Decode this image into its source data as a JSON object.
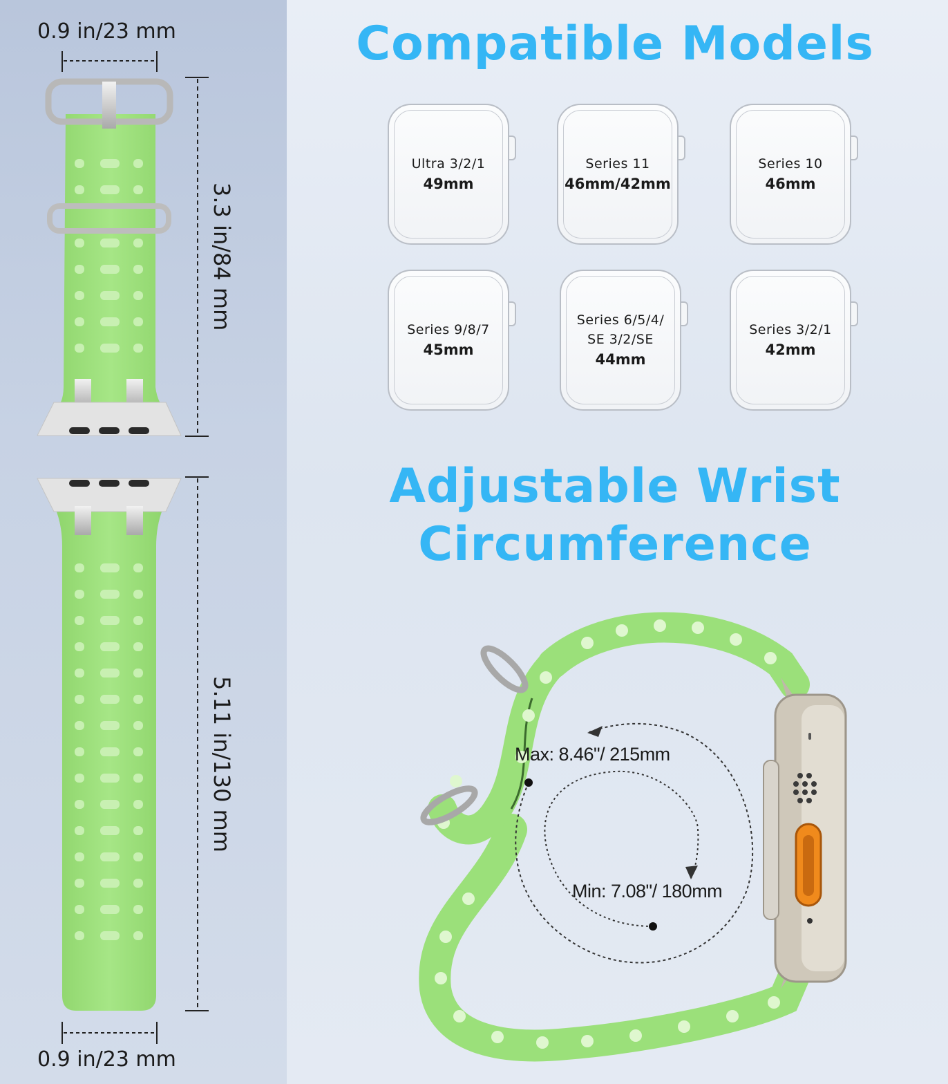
{
  "dimensions": {
    "top_width": "0.9 in/23 mm",
    "short_length": "3.3 in/84 mm",
    "long_length": "5.11 in/130 mm",
    "bottom_width": "0.9 in/23 mm"
  },
  "compatible": {
    "title": "Compatible Models",
    "models": [
      {
        "lines": [
          "Ultra 3/2/1"
        ],
        "size": "49mm"
      },
      {
        "lines": [
          "Series 11"
        ],
        "size": "46mm/42mm"
      },
      {
        "lines": [
          "Series 10"
        ],
        "size": "46mm"
      },
      {
        "lines": [
          "Series 9/8/7"
        ],
        "size": "45mm"
      },
      {
        "lines": [
          "Series 6/5/4/",
          "SE 3/2/SE"
        ],
        "size": "44mm"
      },
      {
        "lines": [
          "Series 3/2/1"
        ],
        "size": "42mm"
      }
    ]
  },
  "adjustable": {
    "title_line1": "Adjustable Wrist",
    "title_line2": "Circumference",
    "max_label": "Max: 8.46\"/ 215mm",
    "min_label": "Min: 7.08\"/ 180mm"
  },
  "colors": {
    "accent_blue": "#35b6f5",
    "band_green": "#9be07a",
    "orange_button": "#f08a1c"
  }
}
